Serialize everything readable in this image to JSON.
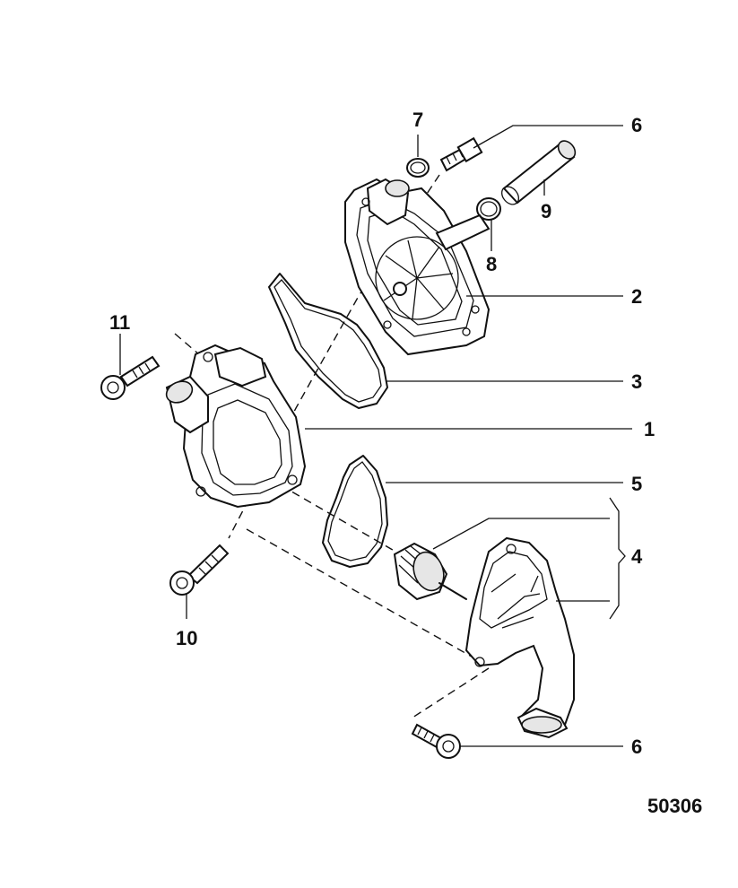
{
  "callouts": {
    "c1": "1",
    "c2": "2",
    "c3": "3",
    "c4": "4",
    "c5": "5",
    "c6a": "6",
    "c6b": "6",
    "c7": "7",
    "c8": "8",
    "c9": "9",
    "c10": "10",
    "c11": "11"
  },
  "reference_number": "50306"
}
